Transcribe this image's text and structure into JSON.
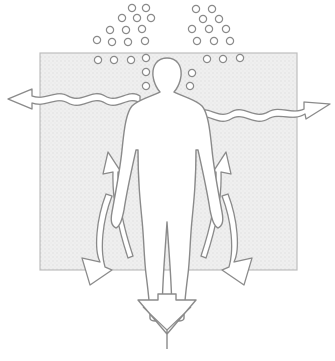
{
  "diagram": {
    "description_text": "",
    "colors": {
      "background": "#ffffff",
      "panel_fill": "#eeeeee",
      "panel_stroke": "#bdbdbd",
      "outline": "#8a8a8a",
      "figure_fill": "#ffffff"
    },
    "elements": {
      "bubbles": "small-circles",
      "panel": "grey-textured-panel",
      "figure": "human-figure-outline",
      "arrows": [
        "wavy-arrow-left",
        "wavy-arrow-right",
        "curved-arrow-left",
        "curved-arrow-right",
        "down-arrow"
      ]
    }
  }
}
